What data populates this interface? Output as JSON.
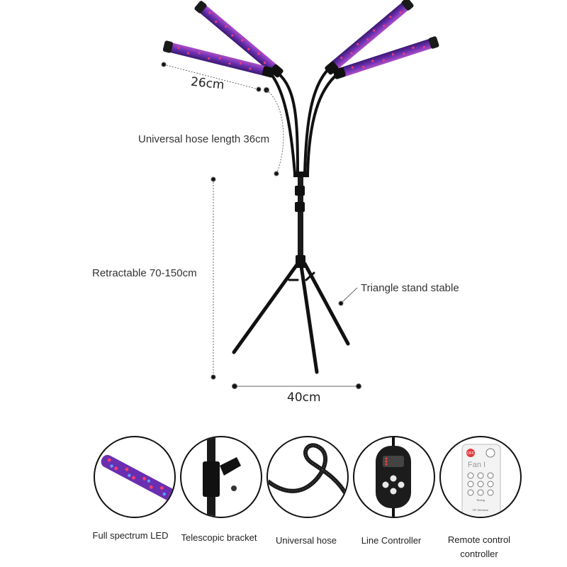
{
  "labels": {
    "width_26": "26cm",
    "hose_length": "Universal hose length 36cm",
    "retractable": "Retractable 70-150cm",
    "stand": "Triangle stand stable",
    "width_40": "40cm"
  },
  "features": [
    {
      "caption": "Full spectrum LED",
      "icon": "led-strip-icon"
    },
    {
      "caption": "Telescopic bracket",
      "icon": "bracket-clamp-icon"
    },
    {
      "caption": "Universal hose",
      "icon": "gooseneck-hose-icon"
    },
    {
      "caption": "Line Controller",
      "icon": "inline-controller-icon"
    },
    {
      "caption": "Remote control controller",
      "icon": "remote-control-icon"
    }
  ],
  "remote": {
    "off_button": "OFF",
    "display": "Fan I",
    "timing": "Timing",
    "brand": "RF Wireless"
  },
  "colors": {
    "led_red": "#e0245e",
    "led_blue": "#5b3bd6",
    "led_body": "#7b3fa8",
    "stand": "#111111"
  }
}
